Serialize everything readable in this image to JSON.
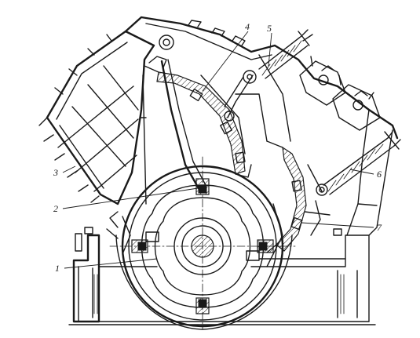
{
  "callouts": {
    "c1": "1",
    "c2": "2",
    "c3": "3",
    "c4": "4",
    "c5": "5",
    "c6": "6",
    "c7": "7"
  },
  "colors": {
    "ink": "#1a1a1a",
    "paper": "#ffffff"
  }
}
